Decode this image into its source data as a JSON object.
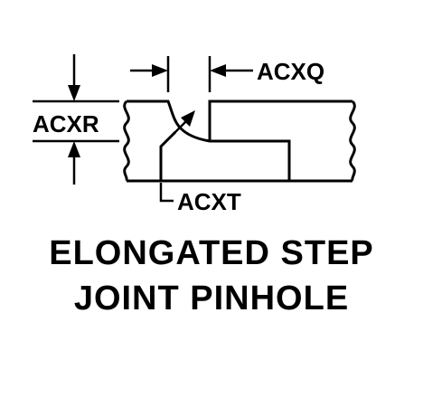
{
  "labels": {
    "acxq": "ACXQ",
    "acxr": "ACXR",
    "acxt": "ACXT"
  },
  "caption": {
    "line1": "ELONGATED STEP",
    "line2": "JOINT PINHOLE"
  }
}
